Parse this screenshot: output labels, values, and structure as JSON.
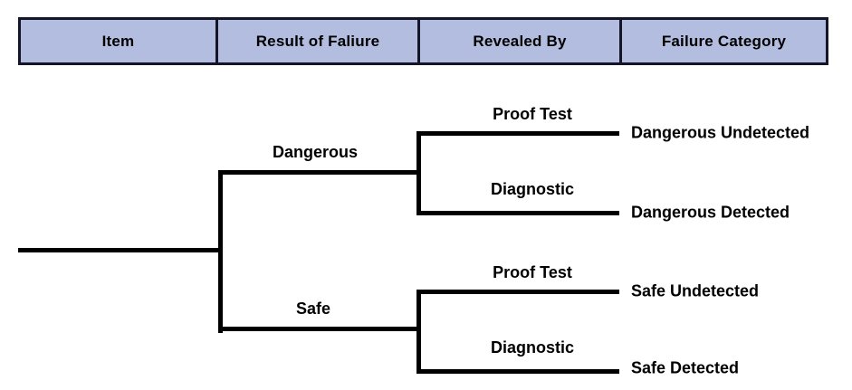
{
  "table": {
    "columns": [
      {
        "label": "Item"
      },
      {
        "label": "Result of Faliure"
      },
      {
        "label": "Revealed By"
      },
      {
        "label": "Failure Category"
      }
    ],
    "header_fill": "#b3bde0",
    "border_color": "#151528"
  },
  "diagram": {
    "type": "tree",
    "line_color": "#000000",
    "branches": [
      {
        "label": "Dangerous"
      },
      {
        "label": "Safe"
      }
    ],
    "revealed_by": [
      {
        "label": "Proof Test"
      },
      {
        "label": "Diagnostic"
      },
      {
        "label": "Proof Test"
      },
      {
        "label": "Diagnostic"
      }
    ],
    "categories": [
      {
        "label": "Dangerous Undetected"
      },
      {
        "label": "Dangerous Detected"
      },
      {
        "label": "Safe Undetected"
      },
      {
        "label": "Safe Detected"
      }
    ]
  }
}
